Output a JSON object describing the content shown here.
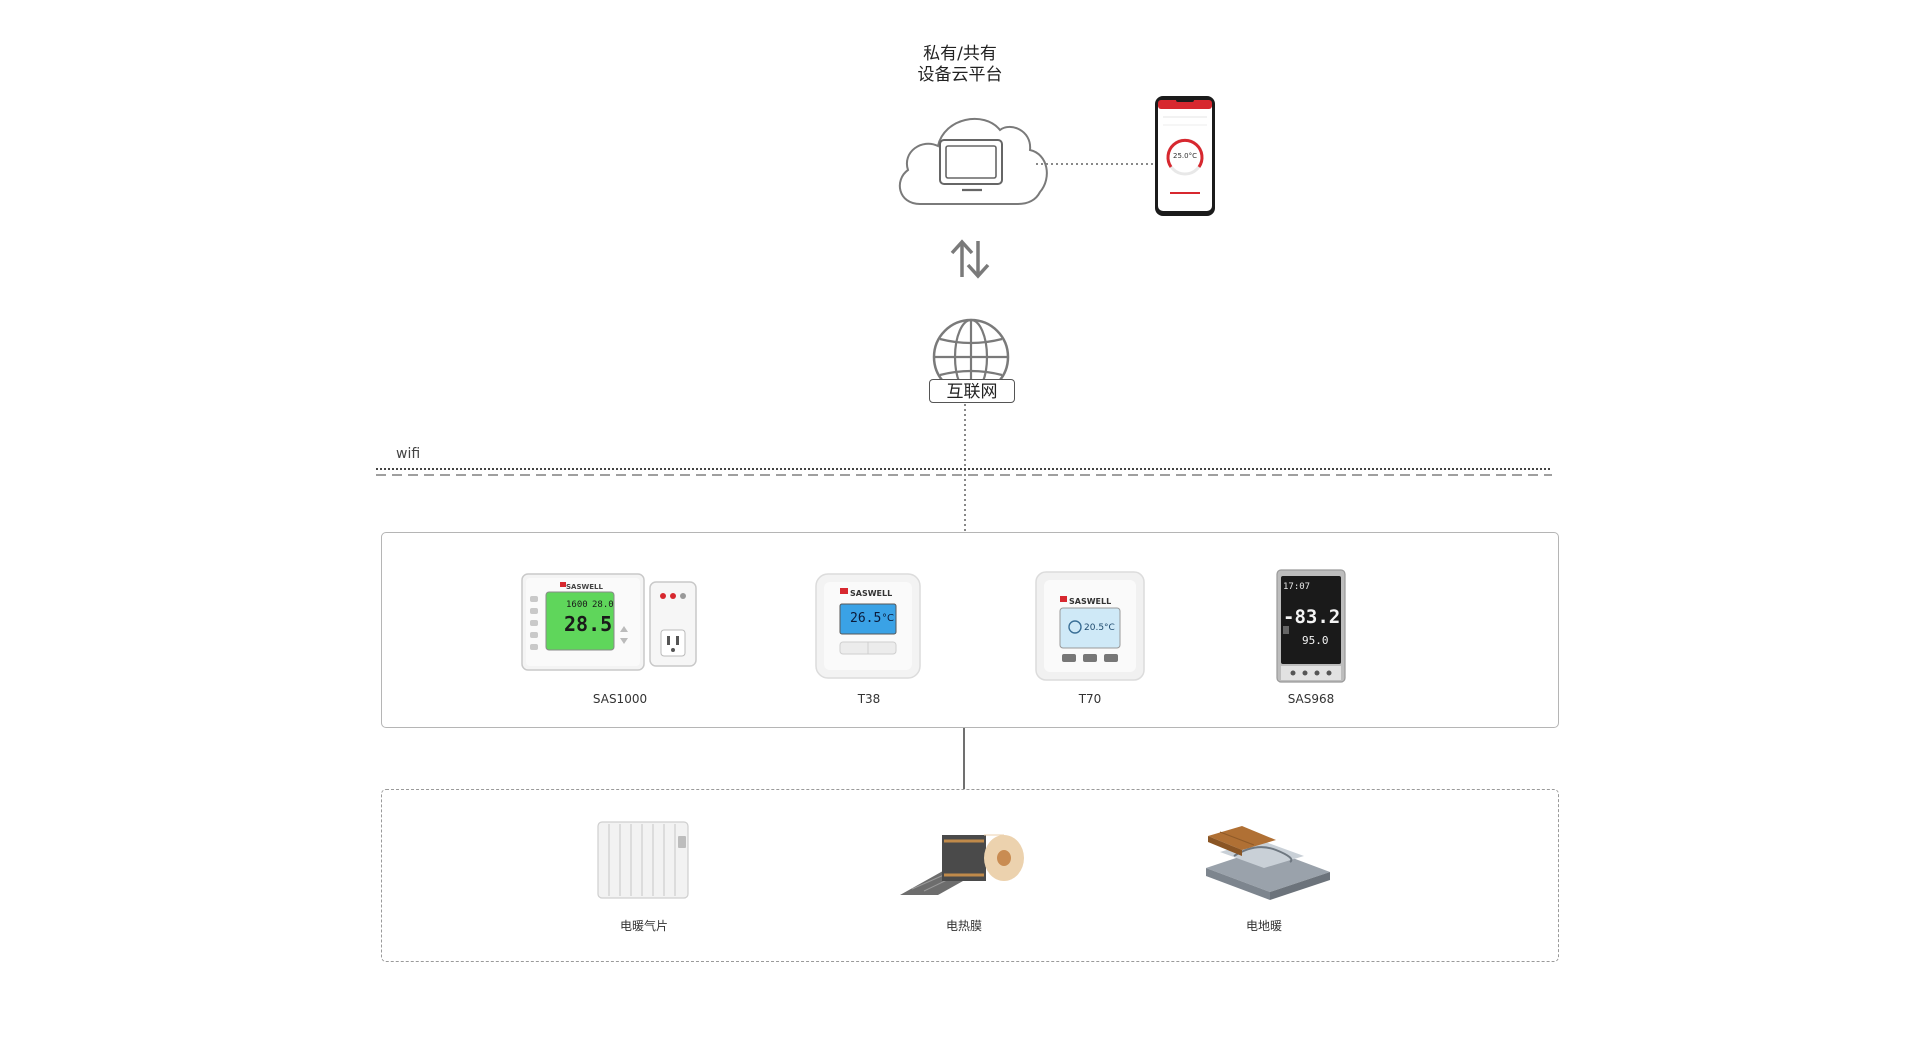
{
  "cloud": {
    "title_line1": "私有/共有",
    "title_line2": "设备云平台"
  },
  "phone_app": {
    "temperature": "25.0°C"
  },
  "internet": {
    "label": "互联网"
  },
  "network": {
    "wifi_label": "wifi"
  },
  "thermostats": [
    {
      "name": "SAS1000",
      "display_setpoint": "1600",
      "display_temp": "28.5",
      "display_small": "28.0"
    },
    {
      "name": "T38",
      "display_temp": "26.5",
      "unit": "°C"
    },
    {
      "name": "T70",
      "display_temp": "20.5°C"
    },
    {
      "name": "SAS968",
      "display_time": "17:07",
      "display_temp": "-83.2",
      "display_set": "95.0"
    }
  ],
  "brand": "SASWELL",
  "heaters": [
    {
      "name": "电暖气片"
    },
    {
      "name": "电热膜"
    },
    {
      "name": "电地暖"
    }
  ],
  "colors": {
    "accent_red": "#d7282f",
    "lcd_green": "#5fd65b",
    "lcd_blue": "#3aa2e6",
    "lcd_pale_blue": "#cfe9f7"
  }
}
